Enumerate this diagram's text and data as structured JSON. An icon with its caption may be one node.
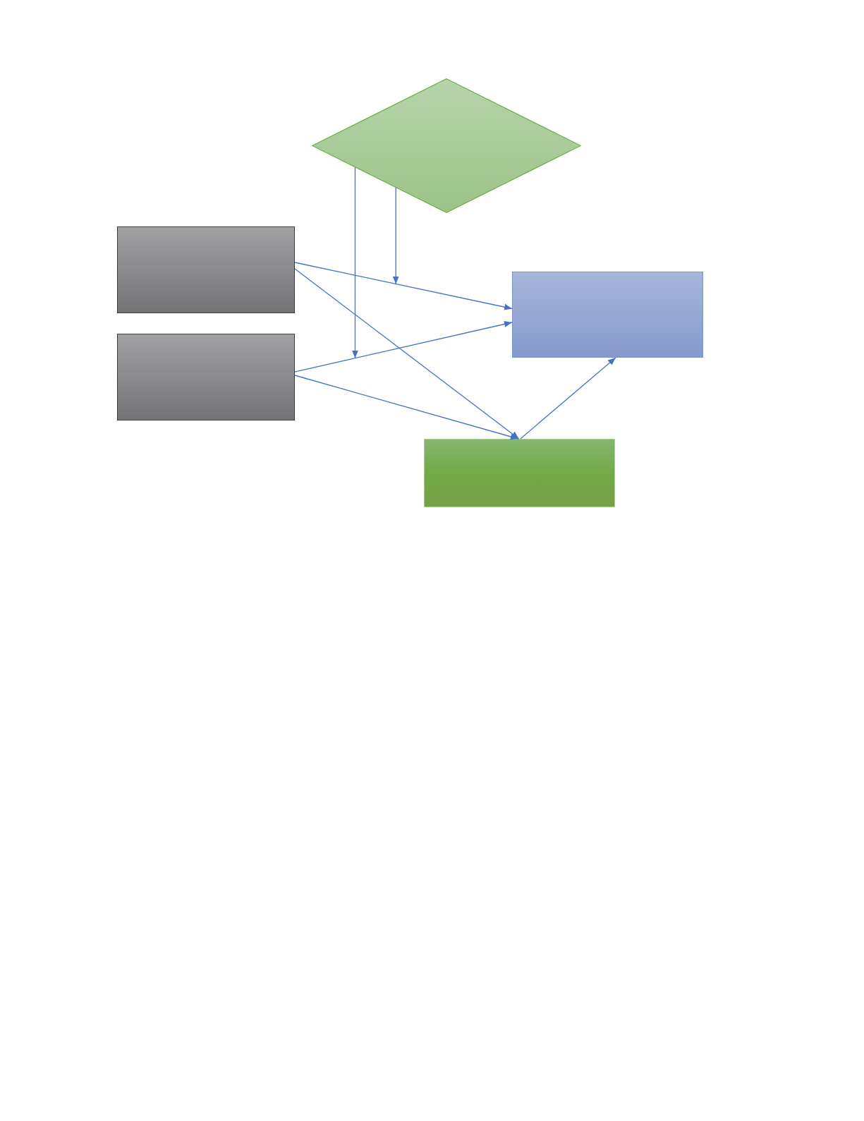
{
  "diagram": {
    "nodes": [
      {
        "text": [],
        "shape": "diamond"
      },
      {
        "text": [],
        "shape": "box"
      },
      {
        "text": [],
        "shape": "box"
      },
      {
        "text": [],
        "shape": "box"
      },
      {
        "text": [],
        "shape": "box"
      }
    ],
    "edges": [
      {
        "from": 0,
        "to": null,
        "arrow": "to"
      },
      {
        "from": 0,
        "to": null,
        "arrow": "to"
      },
      {
        "from": 1,
        "to": 3,
        "arrow": "to"
      },
      {
        "from": 1,
        "to": 4,
        "arrow": "to"
      },
      {
        "from": 2,
        "to": 3,
        "arrow": "to"
      },
      {
        "from": 2,
        "to": 4,
        "arrow": "to"
      },
      {
        "from": 4,
        "to": 3,
        "arrow": "to"
      }
    ]
  }
}
